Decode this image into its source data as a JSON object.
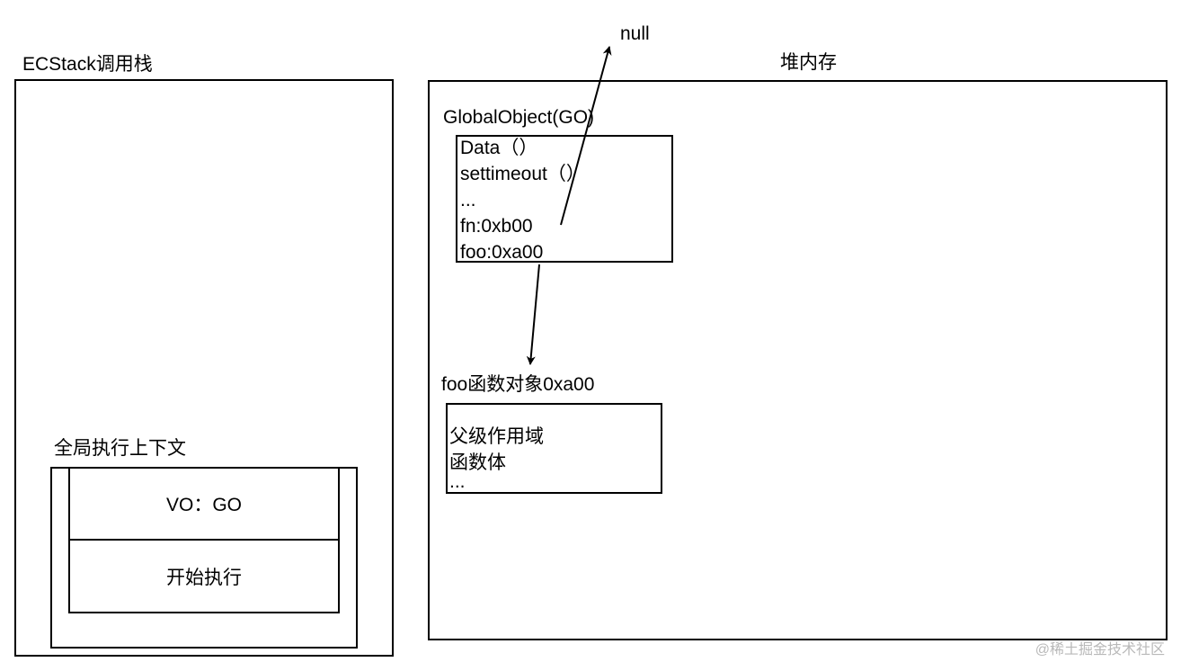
{
  "ecstack": {
    "title": "ECStack调用栈",
    "global_context": {
      "title": "全局执行上下文",
      "vo": "VO：GO",
      "start": "开始执行"
    }
  },
  "heap": {
    "title": "堆内存",
    "global_object": {
      "title": "GlobalObject(GO)",
      "rows": [
        "Data（）",
        "settimeout（）",
        "...",
        "fn:0xb00",
        "foo:0xa00"
      ]
    },
    "foo_object": {
      "title": "foo函数对象0xa00",
      "rows": [
        "父级作用域",
        "函数体",
        "..."
      ]
    }
  },
  "null_label": "null",
  "watermark": "@稀土掘金技术社区"
}
